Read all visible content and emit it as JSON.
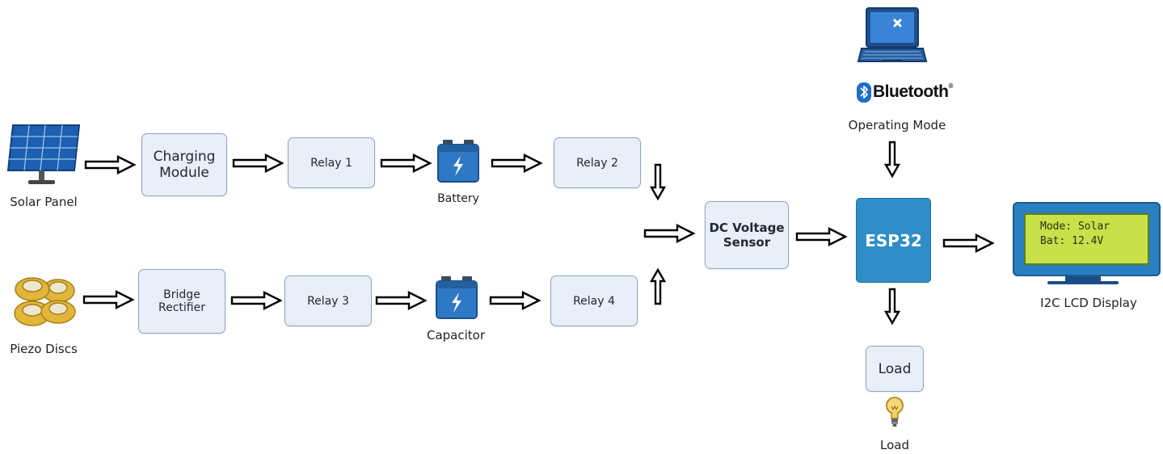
{
  "sources": [
    {
      "label": "Solar Panel",
      "icon": "solar-panel-icon"
    },
    {
      "label": "Piezo Discs",
      "icon": "piezo-discs-icon"
    }
  ],
  "blocks": {
    "charging_module": "Charging\nModule",
    "bridge_rectifier": "Bridge Rectifier",
    "relay1": "Relay 1",
    "relay2": "Relay 2",
    "relay3": "Relay 3",
    "relay4": "Relay 4",
    "dc_sensor": "DC Voltage\nSensor",
    "esp32": "ESP32",
    "load_box": "Load"
  },
  "storage": {
    "battery": "Battery",
    "capacitor": "Capacitor"
  },
  "bluetooth": {
    "brand": "Bluetooth",
    "mark": "®",
    "caption": "Operating Mode"
  },
  "lcd": {
    "line1": "Mode: Solar",
    "line2": "Bat: 12.4V",
    "caption": "I2C LCD Display"
  },
  "load": {
    "caption": "Load"
  },
  "colors": {
    "block_fill": "#e8eff9",
    "block_border": "#8ea5c2",
    "esp32": "#2f8ec7",
    "lcd_screen": "#c8e04a",
    "lcd_frame": "#2a7fc0"
  }
}
